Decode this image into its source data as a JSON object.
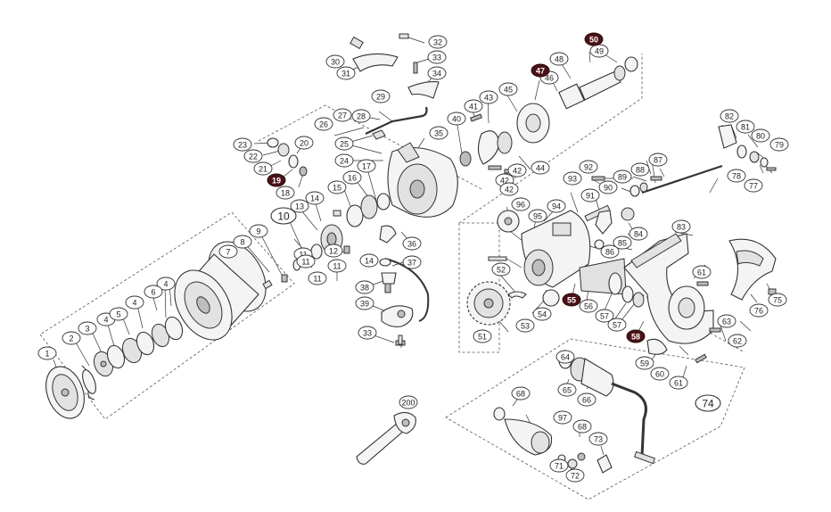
{
  "diagram": {
    "part_labels": [
      "1",
      "2",
      "3",
      "4",
      "4",
      "4",
      "5",
      "6",
      "7",
      "8",
      "9",
      "10",
      "11",
      "11",
      "11",
      "11",
      "12",
      "13",
      "14",
      "14",
      "15",
      "16",
      "17",
      "18",
      "19",
      "20",
      "21",
      "22",
      "23",
      "24",
      "25",
      "26",
      "27",
      "28",
      "29",
      "30",
      "31",
      "32",
      "33",
      "33",
      "34",
      "35",
      "36",
      "37",
      "38",
      "39",
      "40",
      "41",
      "42",
      "42",
      "42",
      "43",
      "44",
      "45",
      "46",
      "47",
      "48",
      "49",
      "50",
      "51",
      "52",
      "53",
      "54",
      "55",
      "56",
      "57",
      "57",
      "58",
      "59",
      "60",
      "61",
      "61",
      "62",
      "63",
      "64",
      "65",
      "66",
      "68",
      "68",
      "71",
      "72",
      "73",
      "74",
      "75",
      "76",
      "77",
      "78",
      "79",
      "80",
      "81",
      "82",
      "83",
      "84",
      "85",
      "86",
      "87",
      "88",
      "89",
      "90",
      "91",
      "92",
      "93",
      "94",
      "95",
      "96",
      "97",
      "200"
    ],
    "highlighted_labels": [
      "19",
      "47",
      "50",
      "55",
      "58"
    ],
    "assembly_labels": [
      "10",
      "74"
    ]
  }
}
